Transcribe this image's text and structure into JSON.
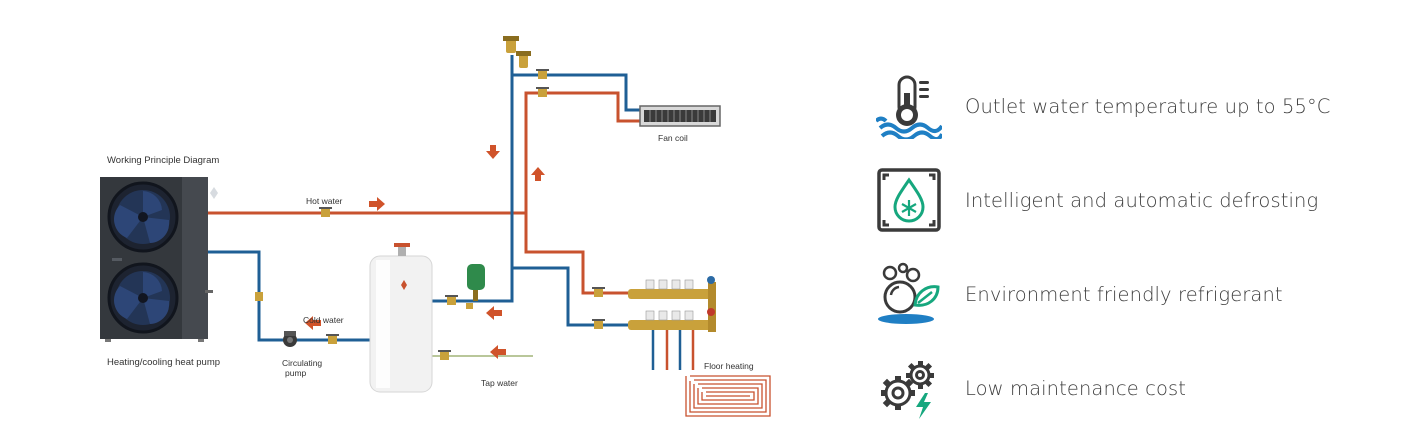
{
  "diagram": {
    "title": "Working Principle Diagram",
    "labels": {
      "heat_pump": "Heating/cooling heat pump",
      "hot_water": "Hot water",
      "cold_water": "Cold water",
      "circulating_pump": [
        "Circulating",
        "pump"
      ],
      "tap_water": "Tap water",
      "fan_coil": "Fan coil",
      "floor_heating": "Floor heating"
    },
    "colors": {
      "hot_pipe": "#c8522e",
      "cold_pipe": "#1f5f95",
      "arrow": "#d0532a",
      "unit_body": "#3d4147",
      "valve_brass": "#c9a13b",
      "tap_pipe": "#b9c79a"
    }
  },
  "features": [
    {
      "icon": "thermometer-water-icon",
      "text": "Outlet water temperature up to 55°C"
    },
    {
      "icon": "defrost-droplet-icon",
      "text": "Intelligent and automatic defrosting"
    },
    {
      "icon": "eco-refrigerant-icon",
      "text": "Environment friendly refrigerant"
    },
    {
      "icon": "gears-bolt-icon",
      "text": "Low maintenance cost"
    }
  ]
}
